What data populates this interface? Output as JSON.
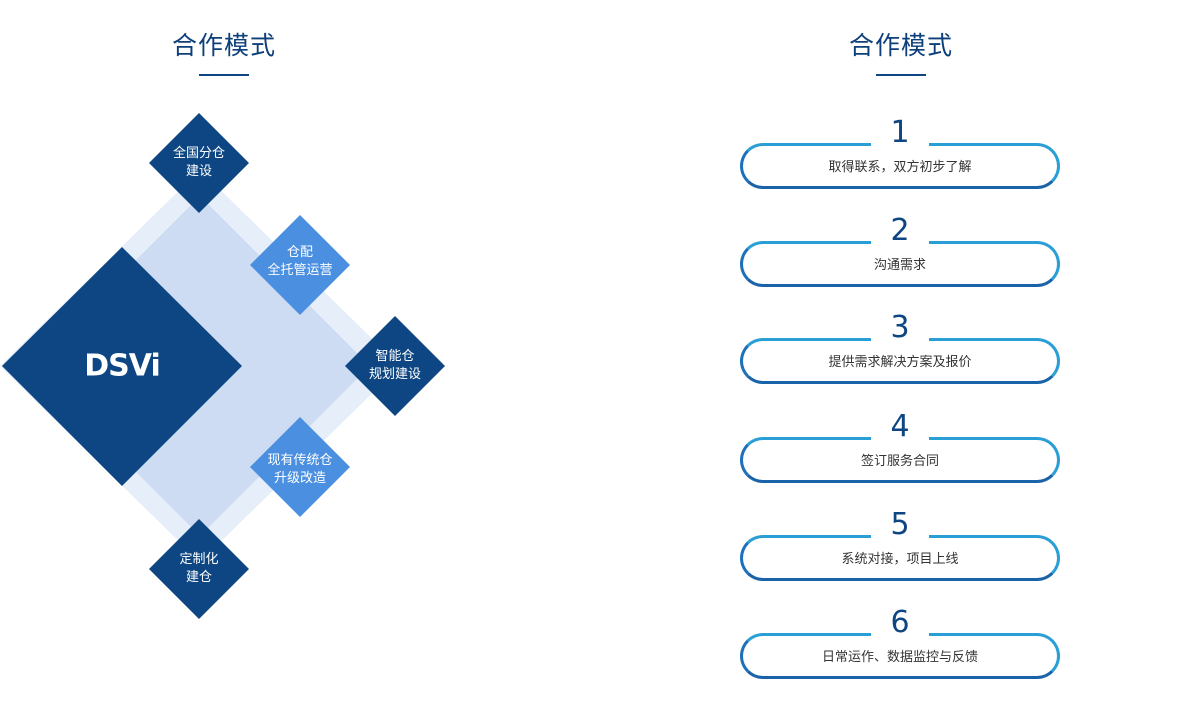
{
  "left": {
    "title": "合作模式",
    "logo_text": "DSVi",
    "diamonds": [
      {
        "label": [
          "全国分仓",
          "建设"
        ]
      },
      {
        "label": [
          "仓配",
          "全托管运营"
        ]
      },
      {
        "label": [
          "智能仓",
          "规划建设"
        ]
      },
      {
        "label": [
          "现有传统仓",
          "升级改造"
        ]
      },
      {
        "label": [
          "定制化",
          "建仓"
        ]
      }
    ]
  },
  "right": {
    "title": "合作模式",
    "steps": [
      {
        "number": "1",
        "label": "取得联系，双方初步了解"
      },
      {
        "number": "2",
        "label": "沟通需求"
      },
      {
        "number": "3",
        "label": "提供需求解决方案及报价"
      },
      {
        "number": "4",
        "label": "签订服务合同"
      },
      {
        "number": "5",
        "label": "系统对接，项目上线"
      },
      {
        "number": "6",
        "label": "日常运作、数据监控与反馈"
      }
    ]
  },
  "colors": {
    "dark_blue": "#0d4682",
    "mid_blue": "#4b8fe0",
    "light_blue": "#cddcf2",
    "lighter_blue": "#e6eef9",
    "step_border": "#2a9fd6",
    "title": "#0d3f7a"
  }
}
